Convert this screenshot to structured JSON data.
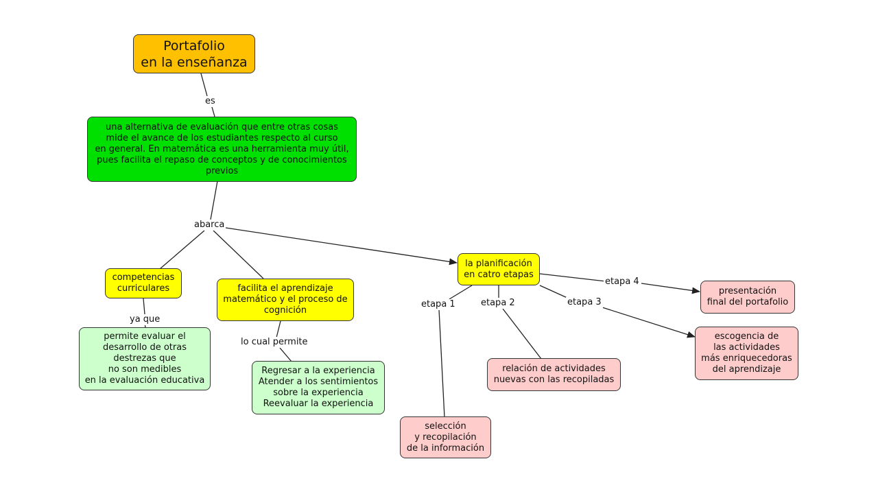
{
  "colors": {
    "root": "#FFC000",
    "definition": "#00E000",
    "yellow": "#FFFF00",
    "light_green": "#CCFFCC",
    "pink": "#FFCCCC",
    "line": "#222222"
  },
  "nodes": {
    "root": "Portafolio\nen la enseñanza",
    "definition": "una alternativa de evaluación que entre otras cosas\nmide el avance de los estudiantes respecto al curso\nen general. En matemática es una herramienta muy útil,\npues facilita el repaso de conceptos y de conocimientos\nprevios",
    "competencias": "competencias\ncurriculares",
    "facilita": "facilita el aprendizaje\nmatemático y el proceso de\ncognición",
    "planificacion": "la planificación\nen catro etapas",
    "permite_evaluar": "permite evaluar el\ndesarrollo de  otras\ndestrezas que\nno son medibles\nen la evaluación educativa",
    "regresar": "Regresar a la experiencia\nAtender a los sentimientos\nsobre la experiencia\nReevaluar la experiencia",
    "seleccion": "selección\ny recopilación\nde la información",
    "relacion": "relación de actividades\nnuevas con las recopiladas",
    "escogencia": "escogencia de\nlas actividades\nmás enriquecedoras\ndel aprendizaje",
    "presentacion": "presentación\nfinal del portafolio"
  },
  "links": {
    "es": "es",
    "abarca": "abarca",
    "ya_que": "ya que",
    "lo_cual_permite": "lo cual permite",
    "etapa1": "etapa 1",
    "etapa2": "etapa 2",
    "etapa3": "etapa 3",
    "etapa4": "etapa 4"
  }
}
